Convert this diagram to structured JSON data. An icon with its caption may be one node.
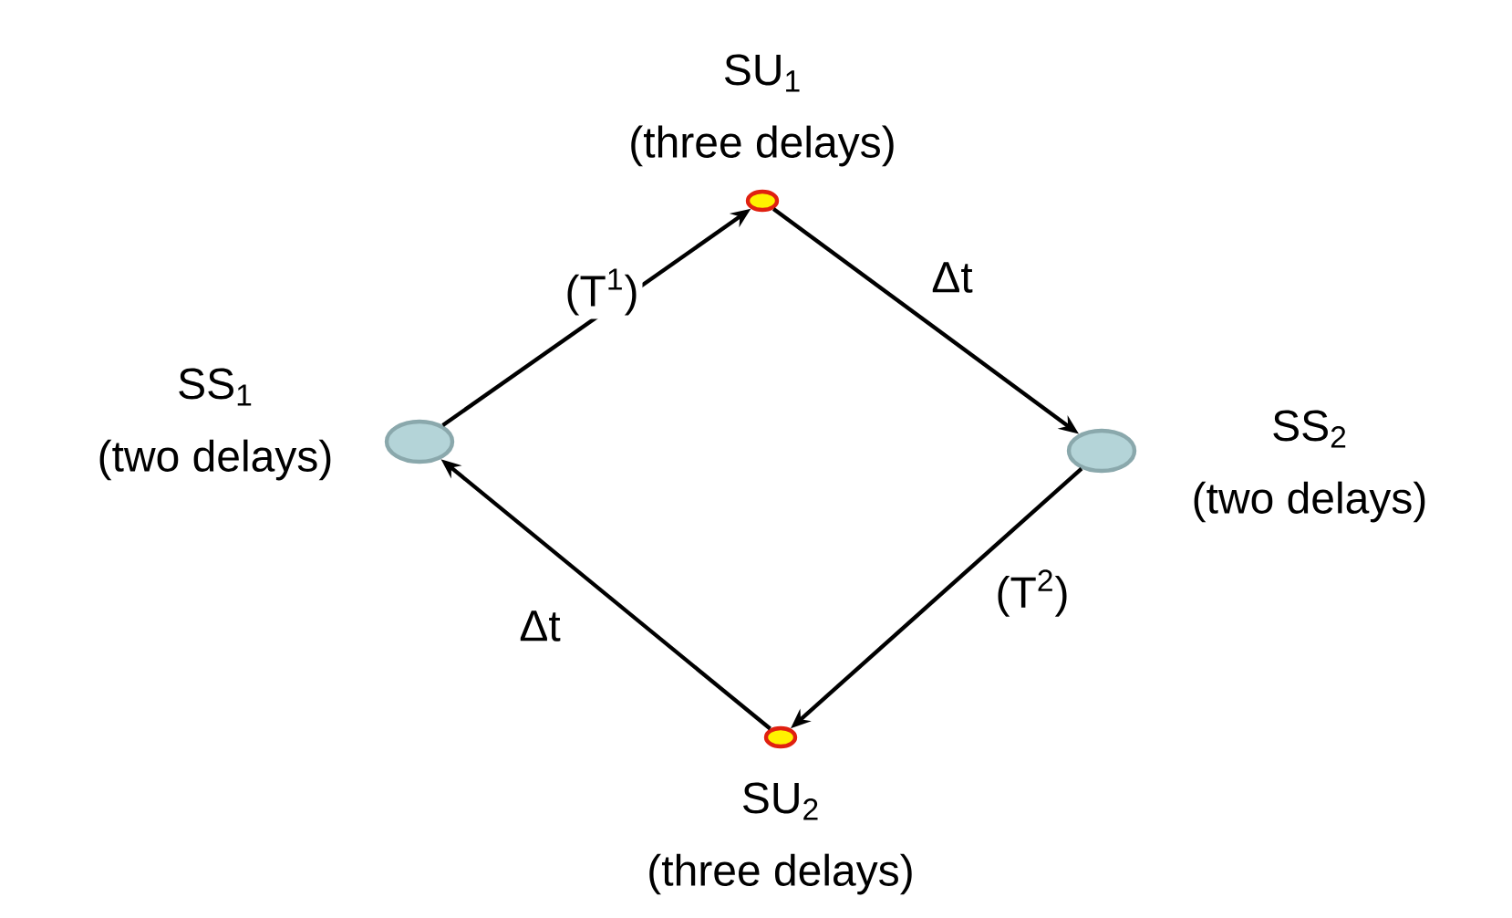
{
  "diagram": {
    "nodes": [
      {
        "text": [],
        "shape": "ellipse",
        "beside": [
          "SU$_{1}$",
          "(three delays)"
        ]
      },
      {
        "text": [],
        "shape": "ellipse",
        "beside": [
          "SS$_{1}$",
          "(two delays)"
        ]
      },
      {
        "text": [],
        "shape": "ellipse",
        "beside": [
          "SS$_{2}$",
          "(two delays)"
        ]
      },
      {
        "text": [],
        "shape": "ellipse",
        "beside": [
          "SU$_{2}$",
          "(three delays)"
        ]
      }
    ],
    "edges": [
      {
        "from": 1,
        "to": 0,
        "arrow": "to",
        "label": "(T$^{1}$)"
      },
      {
        "from": 0,
        "to": 2,
        "arrow": "to",
        "label": "Δt"
      },
      {
        "from": 2,
        "to": 3,
        "arrow": "to",
        "label": "(T$^{2}$)"
      },
      {
        "from": 3,
        "to": 1,
        "arrow": "to",
        "label": "Δt"
      }
    ]
  }
}
